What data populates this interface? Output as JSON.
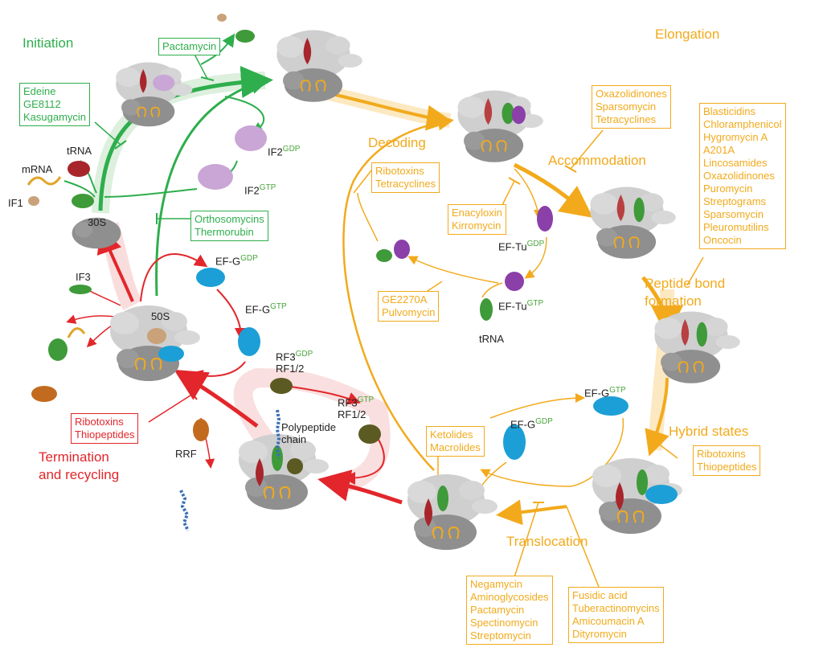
{
  "stages": {
    "initiation": "Initiation",
    "elongation": "Elongation",
    "termination": "Termination\nand recycling",
    "decoding": "Decoding",
    "accommodation": "Accommodation",
    "peptide_bond": "Peptide bond\nformation",
    "hybrid_states": "Hybrid states",
    "translocation": "Translocation"
  },
  "labels": {
    "mrna": "mRNA",
    "trna_top": "tRNA",
    "if1": "IF1",
    "s30": "30S",
    "if3": "IF3",
    "s50": "50S",
    "if2_gdp_base": "IF2",
    "if2_gdp_sup": "GDP",
    "if2_gtp_base": "IF2",
    "if2_gtp_sup": "GTP",
    "efg_gdp_base": "EF-G",
    "efg_gdp_sup": "GDP",
    "efg_gtp_base": "EF-G",
    "efg_gtp_sup": "GTP",
    "rf3_gdp_base": "RF3",
    "rf3_gdp_sup": "GDP",
    "rf3_gdp_line2": "RF1/2",
    "rf3_gtp_base": "RF3",
    "rf3_gtp_sup": "GTP",
    "rf3_gtp_line2": "RF1/2",
    "polypeptide": "Polypeptide\nchain",
    "rrf": "RRF",
    "eftu_gdp_base": "EF-Tu",
    "eftu_gdp_sup": "GDP",
    "eftu_gtp_base": "EF-Tu",
    "eftu_gtp_sup": "GTP",
    "trna_mid": "tRNA",
    "efg2_gtp_base": "EF-G",
    "efg2_gtp_sup": "GTP",
    "efg2_gdp_base": "EF-G",
    "efg2_gdp_sup": "GDP"
  },
  "inhibitors": {
    "pactamycin_top": [
      "Pactamycin"
    ],
    "edeine": [
      "Edeine",
      "GE8112",
      "Kasugamycin"
    ],
    "orthosomycins": [
      "Orthosomycins",
      "Thermorubin"
    ],
    "ribotoxins_term": [
      "Ribotoxins",
      "Thiopeptides"
    ],
    "ribotoxins_dec": [
      "Ribotoxins",
      "Tetracyclines"
    ],
    "oxazolidinones": [
      "Oxazolidinones",
      "Sparsomycin",
      "Tetracyclines"
    ],
    "blasticidins": [
      "Blasticidins",
      "Chloramphenicol",
      "Hygromycin A",
      "A201A",
      "Lincosamides",
      "Oxazolidinones",
      "Puromycin",
      "Streptograms",
      "Sparsomycin",
      "Pleuromutilins",
      "Oncocin"
    ],
    "enacyloxin": [
      "Enacyloxin",
      "Kirromycin"
    ],
    "ge2270a": [
      "GE2270A",
      "Pulvomycin"
    ],
    "ketolides": [
      "Ketolides",
      "Macrolides"
    ],
    "ribotoxins_hyb": [
      "Ribotoxins",
      "Thiopeptides"
    ],
    "negamycin": [
      "Negamycin",
      "Aminoglycosides",
      "Pactamycin",
      "Spectinomycin",
      "Streptomycin"
    ],
    "fusidic": [
      "Fusidic acid",
      "Tuberactinomycins",
      "Amicoumacin A",
      "Dityromycin"
    ]
  },
  "colors": {
    "initiation": "#2eae4d",
    "elongation": "#f2aa1c",
    "termination": "#e2262b",
    "ribosome_large": "#c8c8c8",
    "ribosome_small": "#8e8e8e",
    "trna_red": "#a8252c",
    "if2_purple": "#c9a6d6",
    "ef_tu_purple": "#8b3fa8",
    "efg_blue": "#1c9fd6",
    "rf_olive": "#5a5a22",
    "trna_green": "#3f9a3a"
  }
}
